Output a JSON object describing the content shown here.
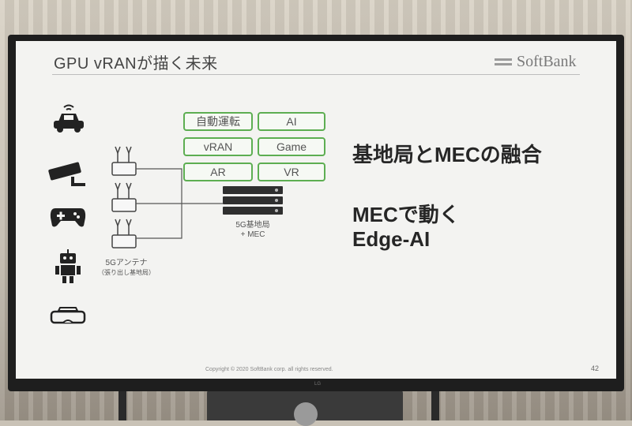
{
  "slide": {
    "title": "GPU vRANが描く未来",
    "brand": "SoftBank",
    "copyright": "Copyright © 2020 SoftBank corp. all rights reserved.",
    "page_number": "42"
  },
  "diagram": {
    "boxes": [
      "自動運転",
      "AI",
      "vRAN",
      "Game",
      "AR",
      "VR"
    ],
    "server_caption_line1": "5G基地局",
    "server_caption_line2": "+ MEC",
    "antenna_caption_line1": "5Gアンテナ",
    "antenna_caption_line2": "（張り出し基地局）",
    "accent_color": "#5dae52"
  },
  "headings": {
    "fusion": "基地局とMECの融合",
    "mec_line1": "MECで動く",
    "mec_line2": "Edge-AI"
  },
  "left_icons": [
    "car-icon",
    "security-camera-icon",
    "game-controller-icon",
    "robot-icon",
    "vr-headset-icon"
  ],
  "tv": {
    "brand": "LG"
  }
}
